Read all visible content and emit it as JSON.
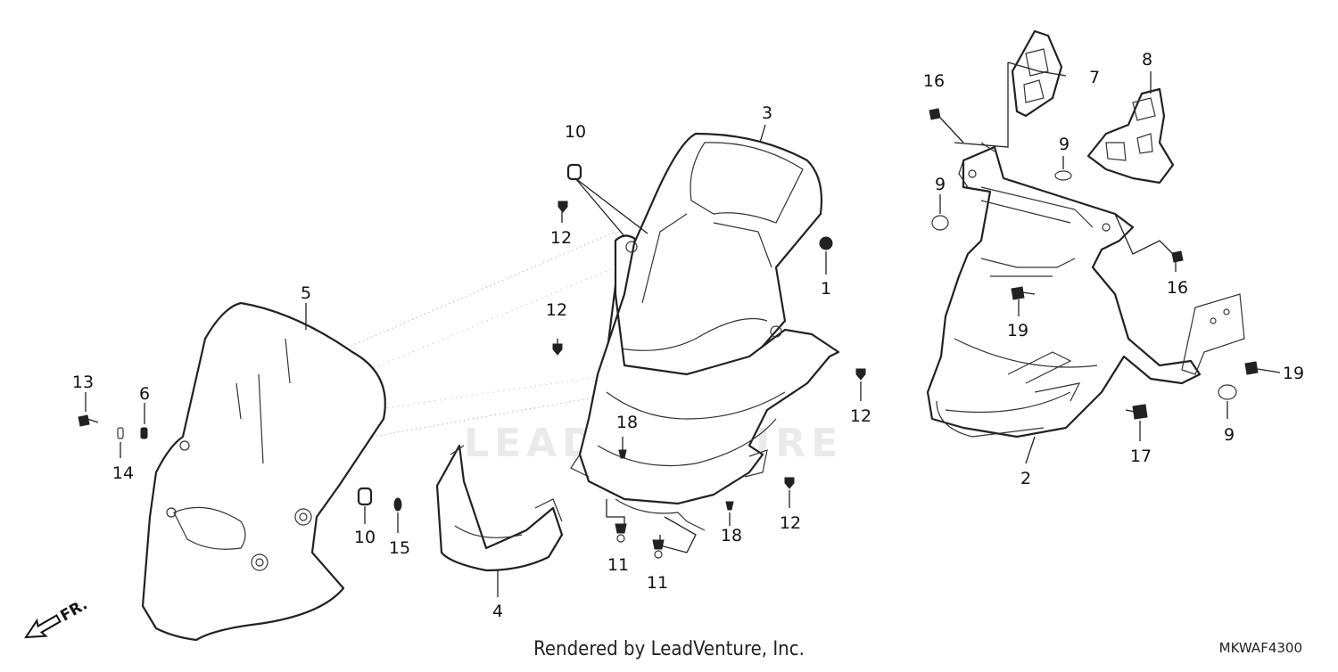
{
  "diagram": {
    "callouts": {
      "c1": "1",
      "c2": "2",
      "c3": "3",
      "c4": "4",
      "c5": "5",
      "c6": "6",
      "c7": "7",
      "c8": "8",
      "c9a": "9",
      "c9b": "9",
      "c9c": "9",
      "c10a": "10",
      "c10b": "10",
      "c11a": "11",
      "c11b": "11",
      "c12a": "12",
      "c12b": "12",
      "c12c": "12",
      "c12d": "12",
      "c13": "13",
      "c14": "14",
      "c15": "15",
      "c16a": "16",
      "c16b": "16",
      "c17": "17",
      "c18a": "18",
      "c18b": "18",
      "c19a": "19",
      "c19b": "19"
    },
    "front_arrow_label": "FR.",
    "watermark_text": "LEADVENTURE"
  },
  "footer": {
    "credit": "Rendered by LeadVenture, Inc.",
    "diagram_code": "MKWAF4300"
  }
}
